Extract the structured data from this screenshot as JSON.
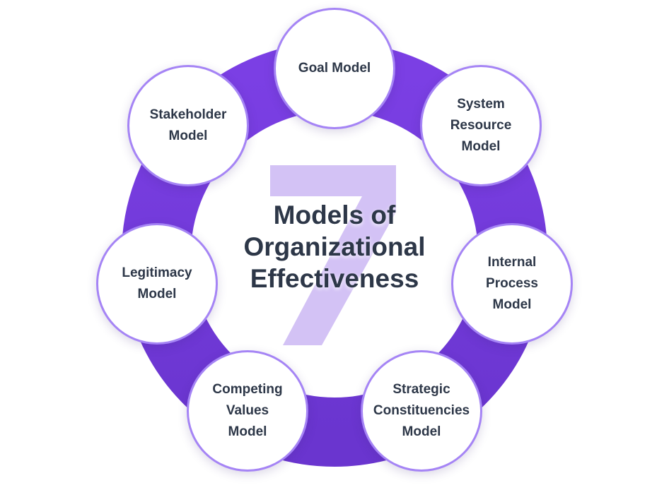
{
  "title": "Models of\nOrganizational\nEffectiveness",
  "center_numeral": "7",
  "models": [
    {
      "label": "Goal Model"
    },
    {
      "label": "System\nResource\nModel"
    },
    {
      "label": "Internal\nProcess\nModel"
    },
    {
      "label": "Strategic\nConstituencies\nModel"
    },
    {
      "label": "Competing\nValues\nModel"
    },
    {
      "label": "Legitimacy\nModel"
    },
    {
      "label": "Stakeholder\nModel"
    }
  ],
  "colors": {
    "ring": "#7a3ee0",
    "numeral": "#d3c2f5",
    "node_border": "#a584f5",
    "text": "#2d3748"
  }
}
